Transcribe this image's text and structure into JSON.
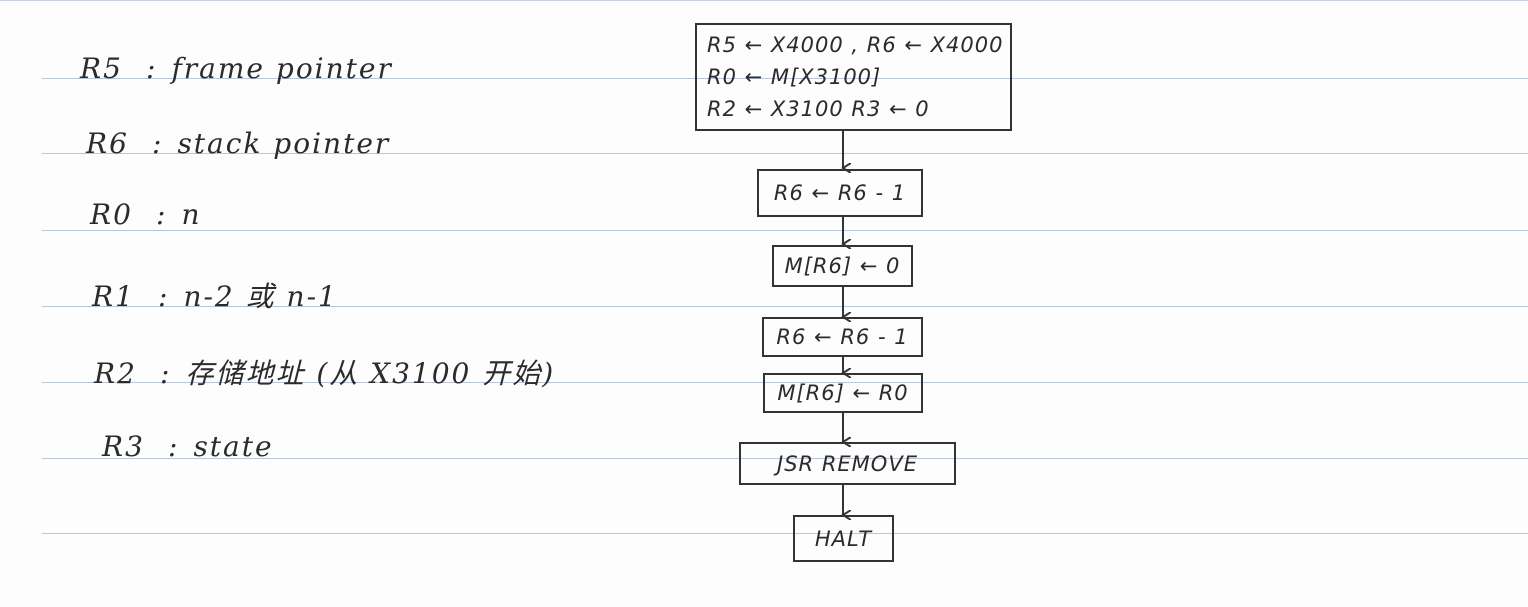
{
  "legend": [
    {
      "reg": "R5",
      "sep": ":",
      "desc": "frame pointer"
    },
    {
      "reg": "R6",
      "sep": ":",
      "desc": "stack pointer"
    },
    {
      "reg": "R0",
      "sep": ":",
      "desc": "n"
    },
    {
      "reg": "R1",
      "sep": ":",
      "desc": "n-2 或 n-1"
    },
    {
      "reg": "R2",
      "sep": ":",
      "desc": "存储地址 (从 X3100 开始)"
    },
    {
      "reg": "R3",
      "sep": ":",
      "desc": "state"
    }
  ],
  "flowchart": {
    "init": {
      "line1": "R5 ← X4000 , R6 ← X4000",
      "line2": "R0 ← M[X3100]",
      "line3": "R2 ← X3100    R3 ← 0"
    },
    "steps": [
      "R6 ← R6 - 1",
      "M[R6] ← 0",
      "R6 ← R6 - 1",
      "M[R6] ← R0",
      "JSR  REMOVE",
      "HALT"
    ]
  },
  "colors": {
    "ink": "#333333",
    "rule": "#b9c6d8",
    "paper": "#fdfdfd"
  }
}
